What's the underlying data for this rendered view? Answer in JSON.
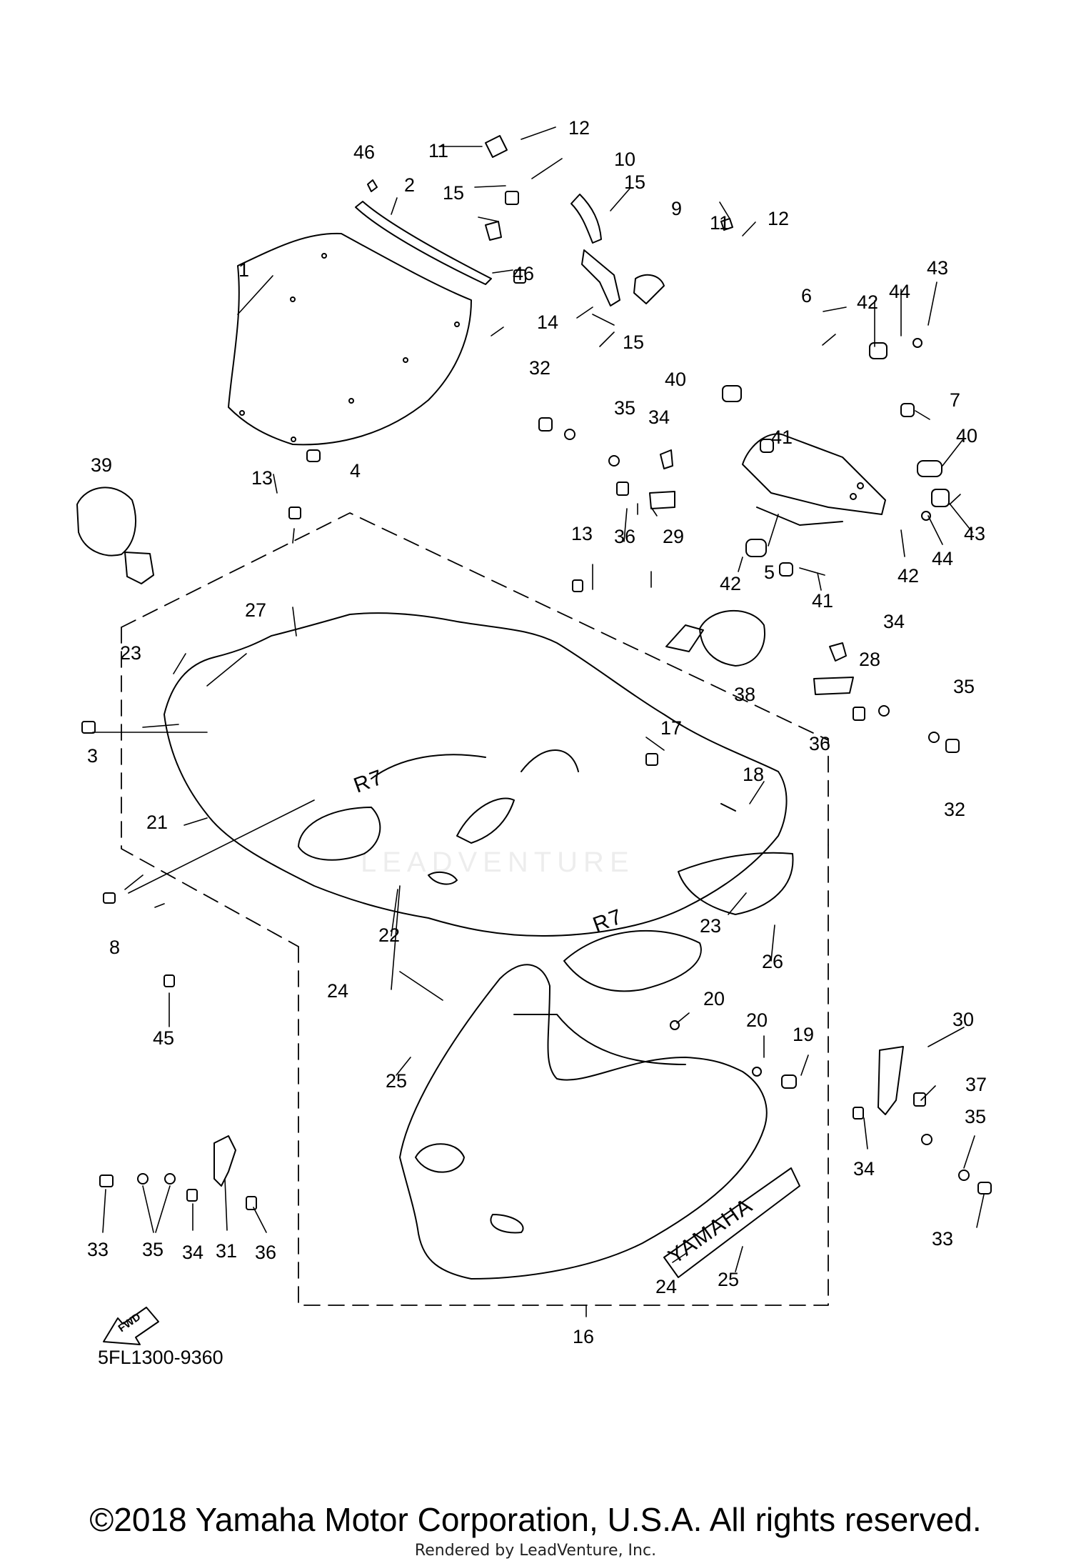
{
  "diagram_code": "5FL1300-9360",
  "copyright": "©2018 Yamaha Motor Corporation, U.S.A. All rights reserved.",
  "rendered_by": "Rendered by LeadVenture, Inc.",
  "watermark": "LEADVENTURE",
  "fwd_label": "FWD",
  "decal_yamaha": "YAMAHA",
  "decal_r7": "R7",
  "callouts": {
    "c1": "1",
    "c2": "2",
    "c3": "3",
    "c4": "4",
    "c5": "5",
    "c6": "6",
    "c7": "7",
    "c8": "8",
    "c9": "9",
    "c10": "10",
    "c11a": "11",
    "c11b": "11",
    "c12a": "12",
    "c12b": "12",
    "c13a": "13",
    "c13b": "13",
    "c14": "14",
    "c15a": "15",
    "c15b": "15",
    "c15c": "15",
    "c16": "16",
    "c17": "17",
    "c18": "18",
    "c19": "19",
    "c20a": "20",
    "c20b": "20",
    "c21": "21",
    "c22": "22",
    "c23a": "23",
    "c23b": "23",
    "c24a": "24",
    "c24b": "24",
    "c25a": "25",
    "c25b": "25",
    "c26": "26",
    "c27": "27",
    "c28": "28",
    "c29": "29",
    "c30": "30",
    "c31": "31",
    "c32a": "32",
    "c32b": "32",
    "c33a": "33",
    "c33b": "33",
    "c34a": "34",
    "c34b": "34",
    "c34c": "34",
    "c34d": "34",
    "c35a": "35",
    "c35b": "35",
    "c35c": "35",
    "c35d": "35",
    "c36a": "36",
    "c36b": "36",
    "c36c": "36",
    "c37": "37",
    "c38": "38",
    "c39": "39",
    "c40a": "40",
    "c40b": "40",
    "c41a": "41",
    "c41b": "41",
    "c42a": "42",
    "c42b": "42",
    "c42c": "42",
    "c43a": "43",
    "c43b": "43",
    "c44a": "44",
    "c44b": "44",
    "c45": "45",
    "c46a": "46",
    "c46b": "46"
  }
}
